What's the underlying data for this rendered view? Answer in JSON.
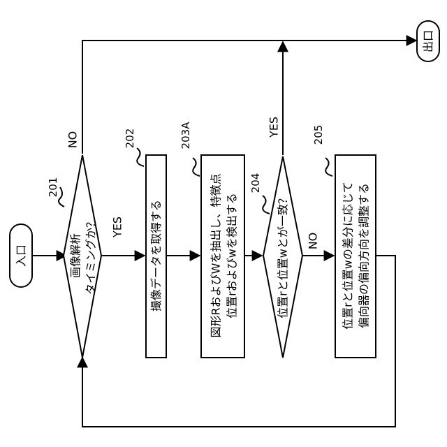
{
  "terminals": {
    "entry": "入口",
    "exit": "出口"
  },
  "decision_201": {
    "ref": "201",
    "line1": "画像解析",
    "line2": "タイミングか？",
    "yes_label": "YES",
    "no_label": "NO"
  },
  "process_202": {
    "ref": "202",
    "text": "撮像データを取得する"
  },
  "process_203A": {
    "ref": "203A",
    "line1": "図形RおよびWを抽出し、特徴点",
    "line2": "位置rおよびwを検出する"
  },
  "decision_204": {
    "ref": "204",
    "text": "位置rと位置wとが一致？",
    "yes_label": "YES",
    "no_label": "NO"
  },
  "process_205": {
    "ref": "205",
    "line1": "位置rと位置wの差分に応じて",
    "line2": "偏向器の偏向方向を調整する"
  }
}
